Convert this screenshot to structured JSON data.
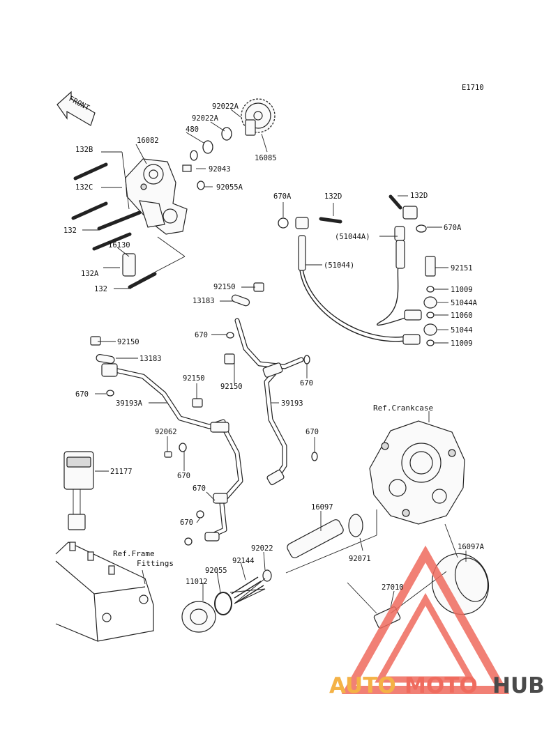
{
  "diagram": {
    "code": "E1710",
    "front_label": "FRONT",
    "ref_labels": {
      "crankcase": "Ref.Crankcase",
      "frame_line1": "Ref.Frame",
      "frame_line2": "Fittings"
    },
    "parts": {
      "p92022A_top": "92022A",
      "p92022A": "92022A",
      "p480": "480",
      "p16082": "16082",
      "p16085": "16085",
      "p132B": "132B",
      "p92043": "92043",
      "p132C": "132C",
      "p92055A": "92055A",
      "p132_a": "132",
      "p16130": "16130",
      "p132A": "132A",
      "p132_b": "132",
      "p670A_left": "670A",
      "p132D_left": "132D",
      "p132D_right": "132D",
      "p670A_right": "670A",
      "p51044A_paren": "(51044A)",
      "p51044_paren": "(51044)",
      "p92151": "92151",
      "p11009_a": "11009",
      "p51044A": "51044A",
      "p11060": "11060",
      "p51044": "51044",
      "p11009_b": "11009",
      "p92150_a": "92150",
      "p13183_a": "13183",
      "p670_a": "670",
      "p92150_b": "92150",
      "p13183_b": "13183",
      "p670_b": "670",
      "p92150_c": "92150",
      "p670_c": "670",
      "p39193": "39193",
      "p92150_d": "92150",
      "p670_d": "670",
      "p39193A": "39193A",
      "p670_e": "670",
      "p92062": "92062",
      "p670_f": "670",
      "p21177": "21177",
      "p670_g": "670",
      "p670_h": "670",
      "p16097": "16097",
      "p16097A": "16097A",
      "p92022": "92022",
      "p92071": "92071",
      "p92144": "92144",
      "p92055": "92055",
      "p11012": "11012",
      "p27010": "27010"
    }
  },
  "watermark": {
    "part1": "AUTO",
    "part2": "MOTO",
    "part3": "HUB",
    "colors": {
      "orange": "#f4b246",
      "red": "#ef6b5e",
      "dark": "#4a4a4a"
    }
  }
}
